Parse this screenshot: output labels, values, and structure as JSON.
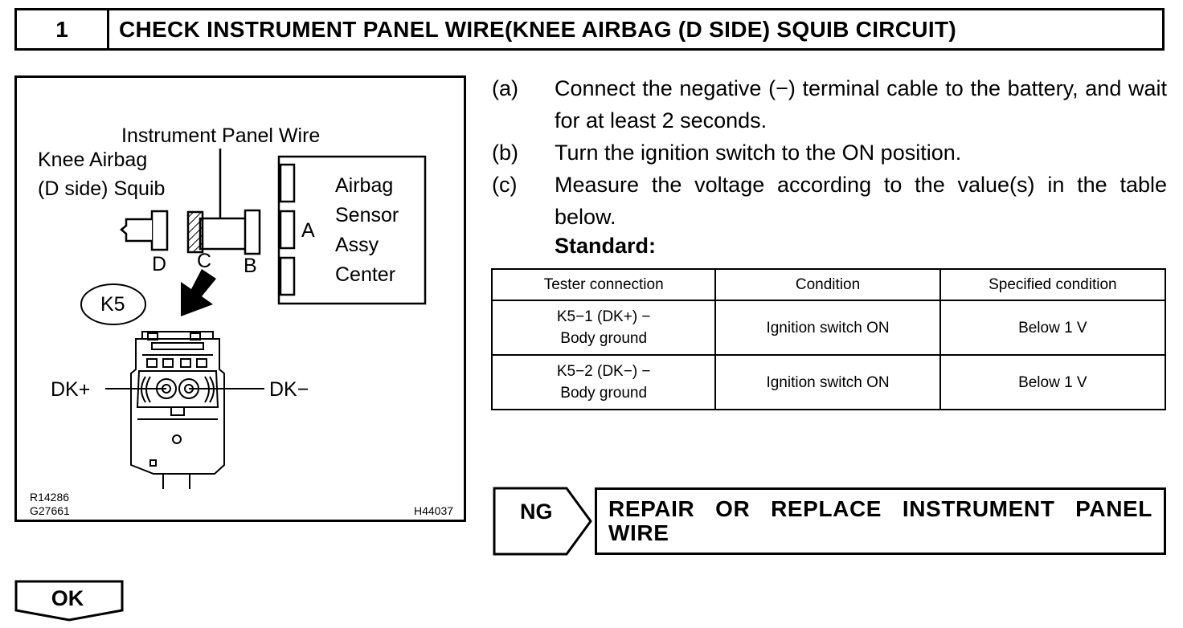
{
  "header": {
    "number": "1",
    "title": "CHECK INSTRUMENT PANEL WIRE(KNEE AIRBAG (D SIDE) SQUIB CIRCUIT)"
  },
  "diagram": {
    "instrument_panel_wire": "Instrument Panel Wire",
    "knee_airbag_line1": "Knee Airbag",
    "knee_airbag_line2": "(D side) Squib",
    "sensor_lines": [
      "Airbag",
      "Sensor",
      "Assy",
      "Center"
    ],
    "connector_a": "A",
    "connector_b": "B",
    "connector_c": "C",
    "connector_d": "D",
    "connector_id": "K5",
    "terminal_dk_plus": "DK+",
    "terminal_dk_minus": "DK−",
    "ref_code_1": "R14286",
    "ref_code_2": "G27661",
    "ref_code_3": "H44037"
  },
  "steps": [
    {
      "label": "(a)",
      "text": "Connect the negative (−) terminal cable to the battery, and wait for at least 2 seconds."
    },
    {
      "label": "(b)",
      "text": "Turn the ignition switch to the ON position."
    },
    {
      "label": "(c)",
      "text": "Measure the voltage according to the value(s) in the table below."
    }
  ],
  "standard_label": "Standard:",
  "table": {
    "headers": [
      "Tester connection",
      "Condition",
      "Specified condition"
    ],
    "rows": [
      {
        "connection_line1": "K5−1 (DK+) −",
        "connection_line2": "Body ground",
        "condition": "Ignition switch ON",
        "specified": "Below 1 V"
      },
      {
        "connection_line1": "K5−2 (DK−) −",
        "connection_line2": "Body ground",
        "condition": "Ignition switch ON",
        "specified": "Below 1 V"
      }
    ]
  },
  "ng": {
    "label": "NG",
    "action": "REPAIR OR REPLACE INSTRUMENT PANEL WIRE"
  },
  "ok": {
    "label": "OK"
  }
}
